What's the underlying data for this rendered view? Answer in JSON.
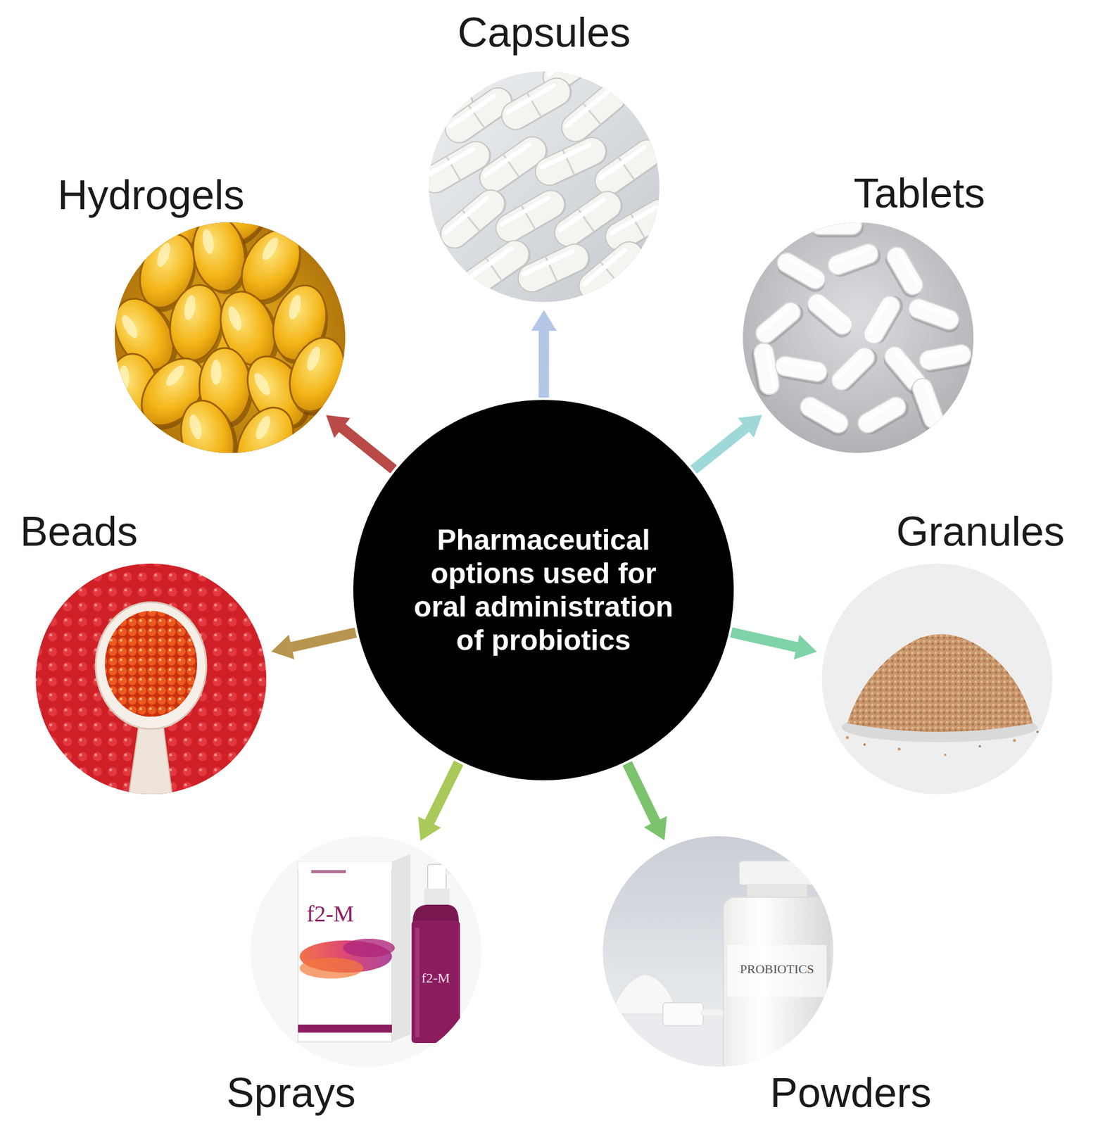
{
  "diagram": {
    "nodes": [
      {
        "text": [
          "Pharmaceutical options used for oral administration of probiotics"
        ]
      },
      {
        "text": [
          "Capsules"
        ]
      },
      {
        "text": [
          "Tablets"
        ]
      },
      {
        "text": [
          "Granules"
        ]
      },
      {
        "text": [
          "Powders"
        ]
      },
      {
        "text": [
          "Sprays"
        ]
      },
      {
        "text": [
          "Beads"
        ]
      },
      {
        "text": [
          "Hydrogels"
        ]
      }
    ],
    "edges": [
      {
        "from": 0,
        "to": 1,
        "arrow": "to"
      },
      {
        "from": 0,
        "to": 2,
        "arrow": "to"
      },
      {
        "from": 0,
        "to": 3,
        "arrow": "to"
      },
      {
        "from": 0,
        "to": 4,
        "arrow": "to"
      },
      {
        "from": 0,
        "to": 5,
        "arrow": "to"
      },
      {
        "from": 0,
        "to": 6,
        "arrow": "to"
      },
      {
        "from": 0,
        "to": 7,
        "arrow": "to"
      }
    ],
    "labels": [
      "PROBIOTICS",
      "f2-M",
      "f2-M"
    ]
  }
}
